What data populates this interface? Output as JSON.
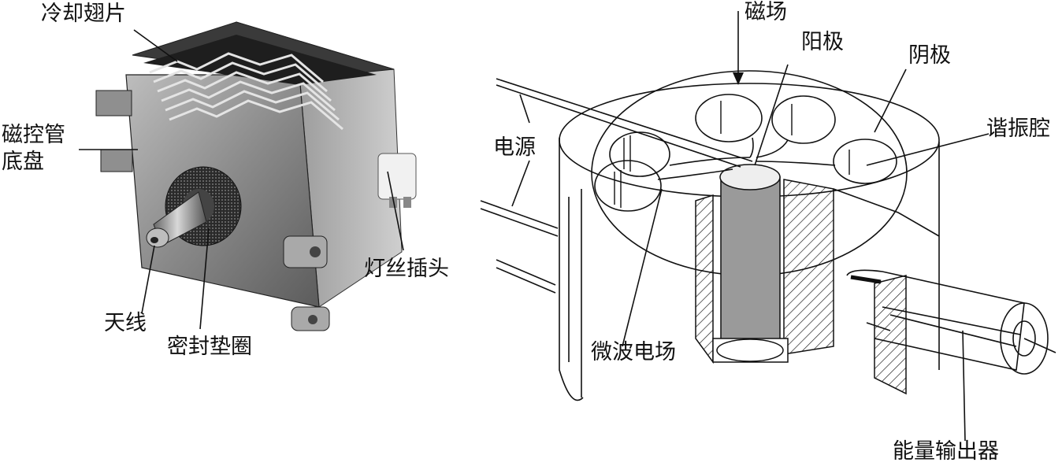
{
  "left_photo": {
    "labels": {
      "cooling_fins": "冷却翅片",
      "base_line1": "磁控管",
      "base_line2": "底盘",
      "filament_plug": "灯丝插头",
      "antenna": "天线",
      "seal_ring": "密封垫圈"
    }
  },
  "right_diagram": {
    "labels": {
      "magnetic_field": "磁场",
      "anode": "阳极",
      "cathode": "阴极",
      "resonant_cavity": "谐振腔",
      "power_supply": "电源",
      "microwave_field": "微波电场",
      "energy_output": "能量输出器"
    }
  }
}
